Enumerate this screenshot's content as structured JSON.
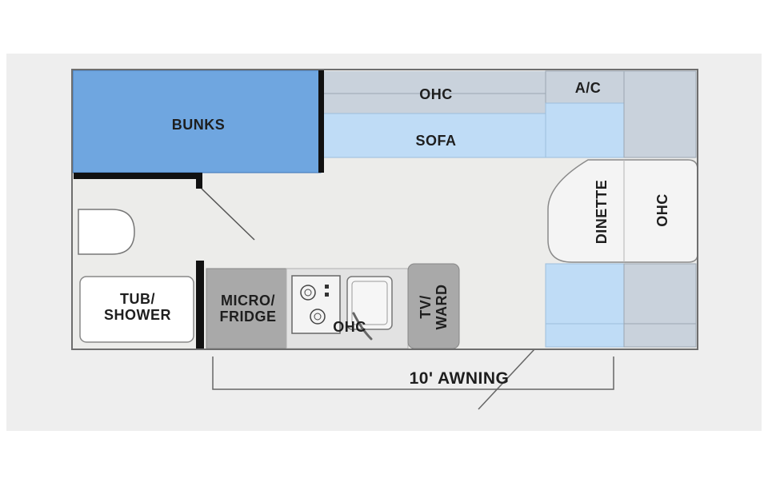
{
  "floorplan": {
    "labels": {
      "bunks": "BUNKS",
      "ohc_top": "OHC",
      "ac": "A/C",
      "sofa": "SOFA",
      "dinette": "DINETTE",
      "ohc_right": "OHC",
      "tub_shower": "TUB/\nSHOWER",
      "micro_fridge": "MICRO/\nFRIDGE",
      "ohc_kitchen": "OHC",
      "tv_ward": "TV/\nWARD",
      "awning": "10' AWNING"
    },
    "colors": {
      "background": "#eeeeee",
      "floor": "#ececea",
      "bunks": "#6fa6e0",
      "light_blue": "#bfdcf6",
      "gray_blue": "#c9d2dc",
      "cabinet": "#a9a9a9",
      "wall": "#111111",
      "outline": "#6e6e6e"
    }
  }
}
